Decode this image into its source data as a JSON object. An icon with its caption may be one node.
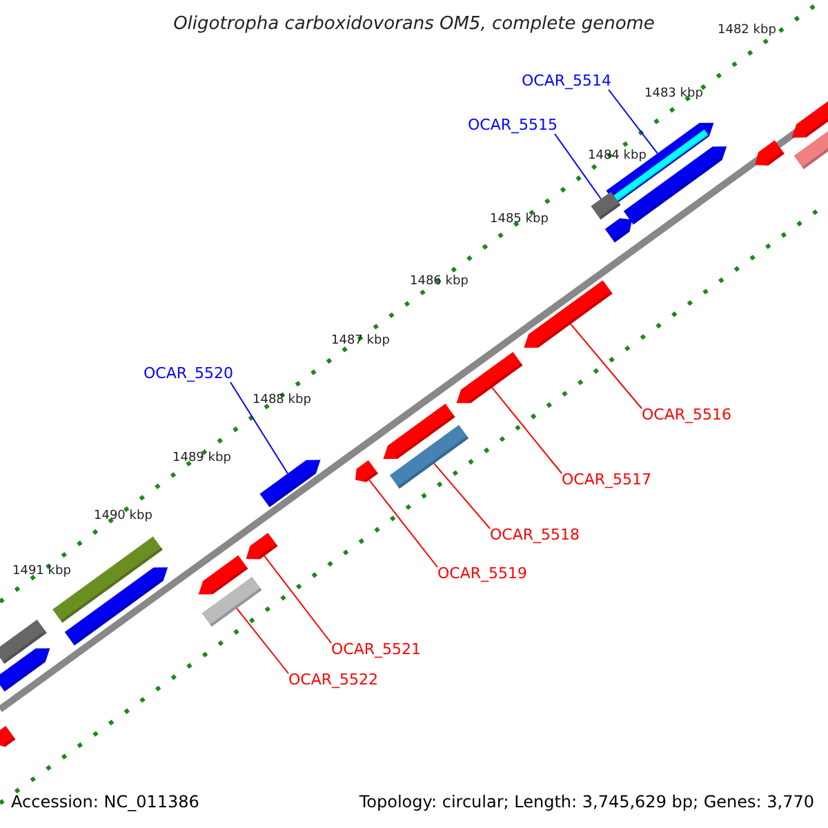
{
  "diagram": {
    "title": "Oligotropha carboxidovorans OM5, complete genome",
    "nodes": [
      {
        "text": [
          "OCAR_5514"
        ]
      },
      {
        "text": [],
        "shape": "bar"
      },
      {
        "text": [
          "OCAR_5515"
        ]
      },
      {
        "text": [],
        "shape": "bar"
      },
      {
        "text": [
          "OCAR_5520"
        ]
      },
      {
        "text": [],
        "shape": "bar"
      },
      {
        "text": [
          "OCAR_5516"
        ]
      },
      {
        "text": [],
        "shape": "bar"
      },
      {
        "text": [
          "OCAR_5517"
        ]
      },
      {
        "text": [],
        "shape": "bar"
      },
      {
        "text": [
          "OCAR_5518"
        ]
      },
      {
        "text": [],
        "shape": "bar"
      },
      {
        "text": [
          "OCAR_5519"
        ]
      },
      {
        "text": [],
        "shape": "bar"
      },
      {
        "text": [
          "OCAR_5521"
        ]
      },
      {
        "text": [],
        "shape": "bar"
      },
      {
        "text": [
          "OCAR_5522"
        ]
      },
      {
        "text": [],
        "shape": "bar"
      },
      {
        "text": [],
        "shape": "bar"
      },
      {
        "text": [],
        "shape": "bar"
      },
      {
        "text": [],
        "shape": "bar"
      },
      {
        "text": [],
        "shape": "bar"
      },
      {
        "text": [],
        "shape": "bar"
      },
      {
        "text": [],
        "shape": "bar"
      },
      {
        "text": [],
        "shape": "bar"
      },
      {
        "text": [],
        "shape": "bar"
      },
      {
        "text": [],
        "shape": "bar"
      },
      {
        "text": [],
        "shape": "bar"
      },
      {
        "text": [],
        "shape": "bar"
      },
      {
        "text": [],
        "shape": "bar"
      }
    ],
    "edges": [
      {
        "from": 0,
        "to": 1,
        "arrow": "none",
        "color": "#0000ff"
      },
      {
        "from": 2,
        "to": 3,
        "arrow": "none",
        "color": "#0000ff"
      },
      {
        "from": 4,
        "to": 5,
        "arrow": "none",
        "color": "#0000ff"
      },
      {
        "from": 6,
        "to": 7,
        "arrow": "none"
      },
      {
        "from": 8,
        "to": 9,
        "arrow": "none"
      },
      {
        "from": 10,
        "to": 11,
        "arrow": "none"
      },
      {
        "from": 12,
        "to": 13,
        "arrow": "none"
      },
      {
        "from": 14,
        "to": 15,
        "arrow": "none"
      },
      {
        "from": 16,
        "to": 17,
        "arrow": "none"
      }
    ],
    "labels": [
      "1482 kbp",
      "1483 kbp",
      "1484 kbp",
      "1485 kbp",
      "1486 kbp",
      "1487 kbp",
      "1488 kbp",
      "1489 kbp",
      "1490 kbp",
      "1491 kbp",
      "Accession: NC_011386",
      "Topology: circular; Length: 3,745,629 bp; Genes: 3,770"
    ]
  }
}
